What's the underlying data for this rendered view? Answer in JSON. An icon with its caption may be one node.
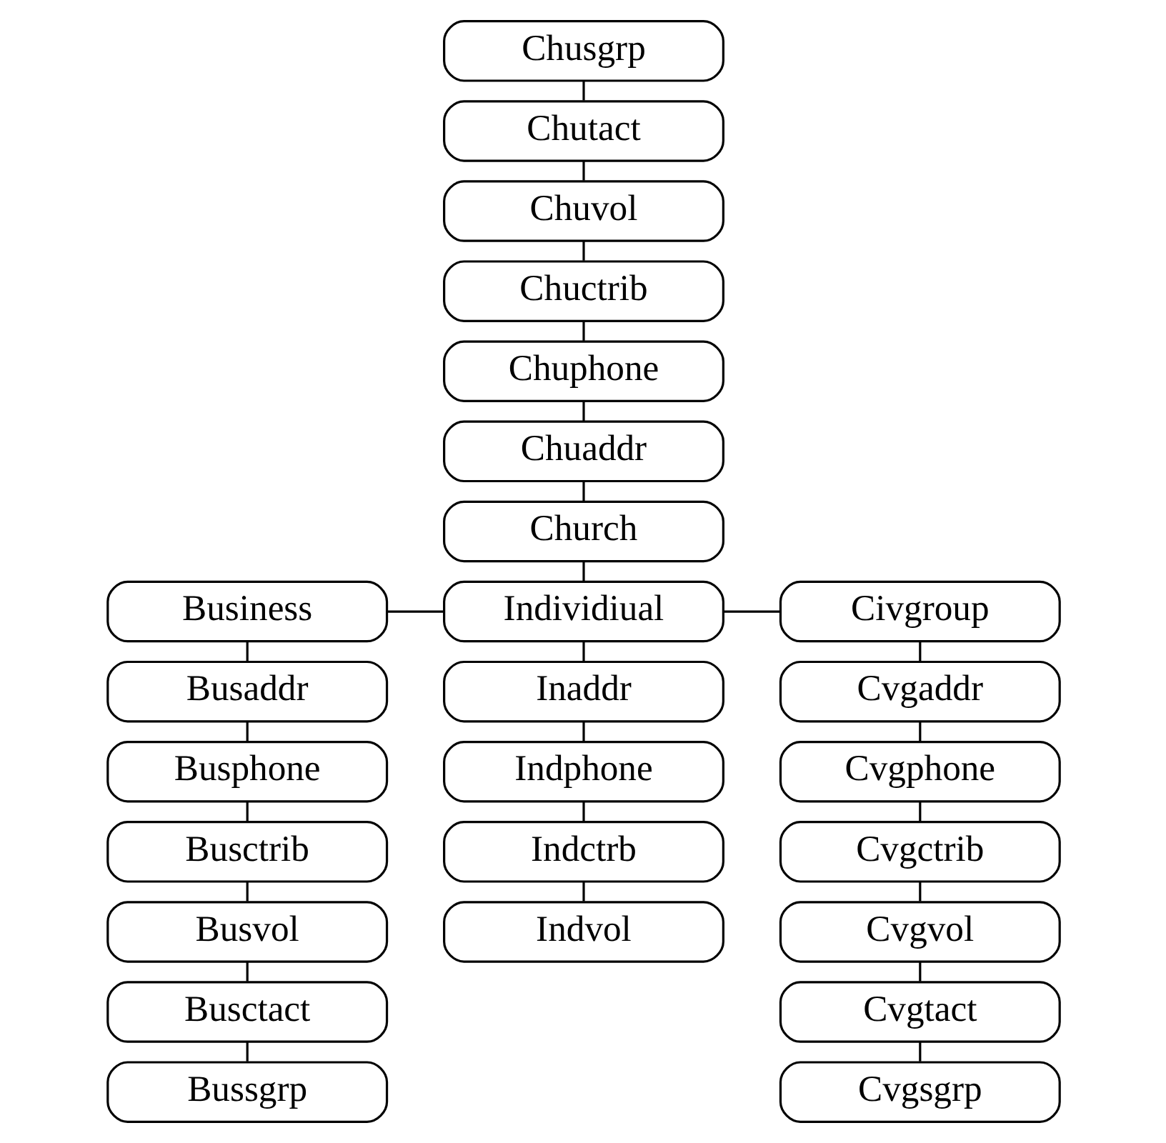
{
  "diagram": {
    "nodes": [
      {
        "text": [
          "Chusgrp"
        ]
      },
      {
        "text": [
          "Chutact"
        ]
      },
      {
        "text": [
          "Chuvol"
        ]
      },
      {
        "text": [
          "Chuctrib"
        ]
      },
      {
        "text": [
          "Chuphone"
        ]
      },
      {
        "text": [
          "Chuaddr"
        ]
      },
      {
        "text": [
          "Church"
        ]
      },
      {
        "text": [
          "Business"
        ]
      },
      {
        "text": [
          "Individiual"
        ]
      },
      {
        "text": [
          "Civgroup"
        ]
      },
      {
        "text": [
          "Busaddr"
        ]
      },
      {
        "text": [
          "Inaddr"
        ]
      },
      {
        "text": [
          "Cvgaddr"
        ]
      },
      {
        "text": [
          "Busphone"
        ]
      },
      {
        "text": [
          "Indphone"
        ]
      },
      {
        "text": [
          "Cvgphone"
        ]
      },
      {
        "text": [
          "Busctrib"
        ]
      },
      {
        "text": [
          "Indctrb"
        ]
      },
      {
        "text": [
          "Cvgctrib"
        ]
      },
      {
        "text": [
          "Busvol"
        ]
      },
      {
        "text": [
          "Indvol"
        ]
      },
      {
        "text": [
          "Cvgvol"
        ]
      },
      {
        "text": [
          "Busctact"
        ]
      },
      {
        "text": [
          "Cvgtact"
        ]
      },
      {
        "text": [
          "Bussgrp"
        ]
      },
      {
        "text": [
          "Cvgsgrp"
        ]
      }
    ],
    "edges": [
      {
        "from": 0,
        "to": 1,
        "arrow": "none"
      },
      {
        "from": 1,
        "to": 2,
        "arrow": "none"
      },
      {
        "from": 2,
        "to": 3,
        "arrow": "none"
      },
      {
        "from": 3,
        "to": 4,
        "arrow": "none"
      },
      {
        "from": 4,
        "to": 5,
        "arrow": "none"
      },
      {
        "from": 5,
        "to": 6,
        "arrow": "none"
      },
      {
        "from": 6,
        "to": 8,
        "arrow": "none"
      },
      {
        "from": 7,
        "to": 8,
        "arrow": "none"
      },
      {
        "from": 8,
        "to": 9,
        "arrow": "none"
      },
      {
        "from": 7,
        "to": 10,
        "arrow": "none"
      },
      {
        "from": 10,
        "to": 13,
        "arrow": "none"
      },
      {
        "from": 13,
        "to": 16,
        "arrow": "none"
      },
      {
        "from": 16,
        "to": 19,
        "arrow": "none"
      },
      {
        "from": 19,
        "to": 22,
        "arrow": "none"
      },
      {
        "from": 22,
        "to": 24,
        "arrow": "none"
      },
      {
        "from": 8,
        "to": 11,
        "arrow": "none"
      },
      {
        "from": 11,
        "to": 14,
        "arrow": "none"
      },
      {
        "from": 14,
        "to": 17,
        "arrow": "none"
      },
      {
        "from": 17,
        "to": 20,
        "arrow": "none"
      },
      {
        "from": 9,
        "to": 12,
        "arrow": "none"
      },
      {
        "from": 12,
        "to": 15,
        "arrow": "none"
      },
      {
        "from": 15,
        "to": 18,
        "arrow": "none"
      },
      {
        "from": 18,
        "to": 21,
        "arrow": "none"
      },
      {
        "from": 21,
        "to": 23,
        "arrow": "none"
      },
      {
        "from": 23,
        "to": 25,
        "arrow": "none"
      }
    ]
  }
}
